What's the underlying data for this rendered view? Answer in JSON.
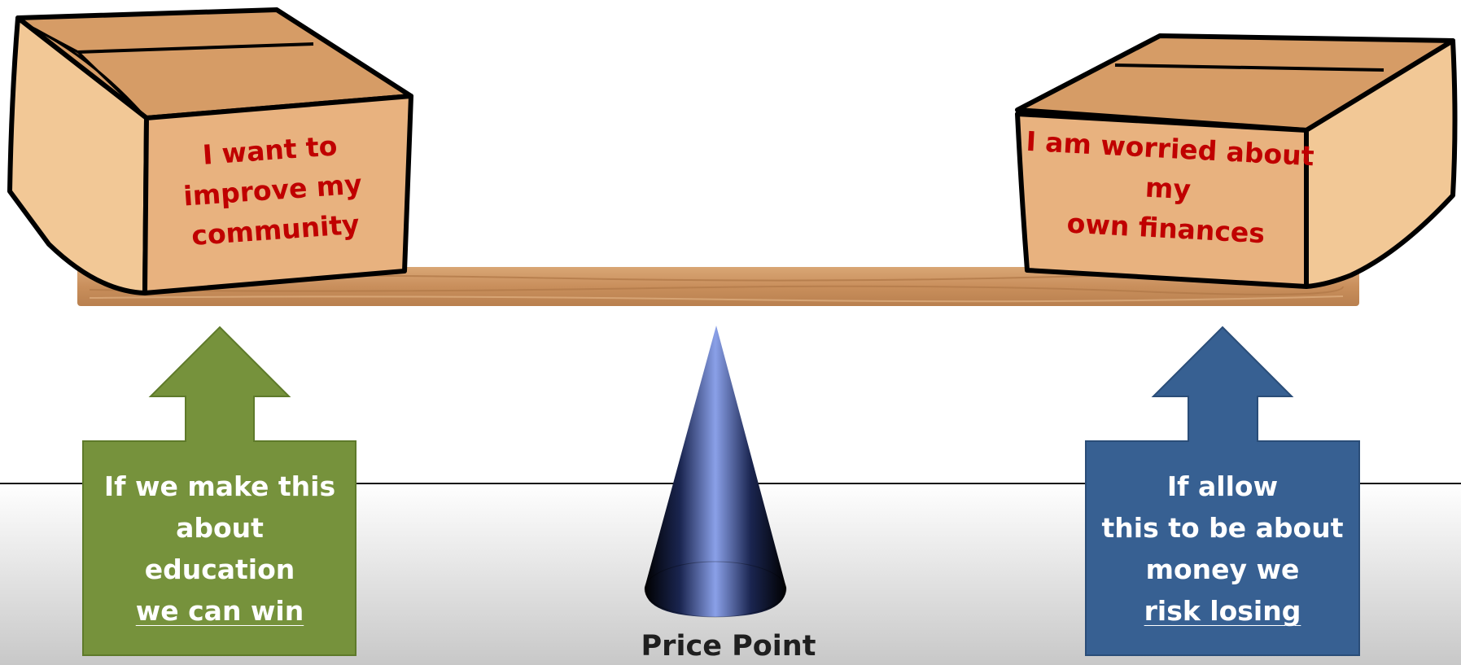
{
  "boxes": {
    "left": {
      "lines": [
        "I want to",
        "improve my",
        "community"
      ]
    },
    "right": {
      "lines": [
        "I am worried about",
        "my",
        "own finances"
      ]
    }
  },
  "arrows": {
    "left": {
      "lines": [
        "If we make this",
        "about",
        "education",
        "we can win"
      ],
      "color": "#76923c"
    },
    "right": {
      "lines": [
        "If allow",
        "this to be about",
        "money we",
        "risk losing"
      ],
      "color": "#376092"
    }
  },
  "fulcrum": {
    "label": "Price Point"
  },
  "colors": {
    "box_text": "#c00000",
    "plank": "#cc9766",
    "box": "#e8b27f"
  }
}
